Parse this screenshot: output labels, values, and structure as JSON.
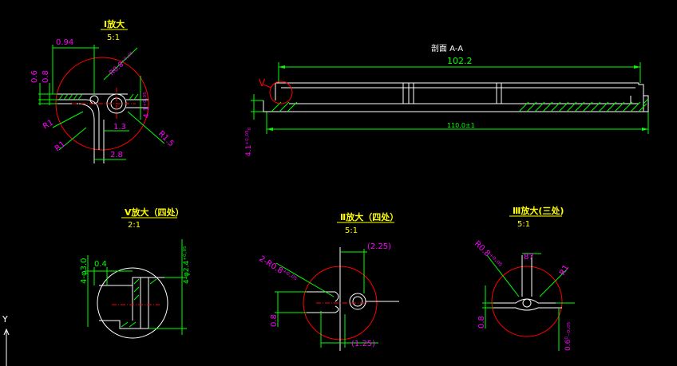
{
  "colors": {
    "background": "#000000",
    "dimension": "#00ff00",
    "text": "#ff00ff",
    "circle": "#ff0000",
    "geometry": "#ffffff",
    "title": "#ffff00",
    "hatch": "#00ff00",
    "hidden": "#c0c0c0"
  },
  "detail_I": {
    "title": "Ⅰ放大",
    "scale": "5:1",
    "dims": {
      "d094": "0.94",
      "d06": "0.6",
      "d08": "0.8",
      "r08": "R0.8⁺⁰·⁰⁵",
      "d41": "4.1⁺⁰·⁰⁵",
      "r1a": "R1",
      "r1b": "R1",
      "d13": "1.3",
      "r15": "R1.5",
      "d28": "2.8"
    }
  },
  "section_AA": {
    "title": "剖面 A-A",
    "marker": "V",
    "dims": {
      "len1022": "102.2",
      "len110": "110.0±1",
      "h41": "4.1⁺⁰·⁰⁵₀"
    }
  },
  "detail_V": {
    "title": "Ⅴ放大（四处）",
    "scale": "2:1",
    "dims": {
      "d4_30": "4-φ3.0",
      "d04": "0.4",
      "d4_24": "4-φ2.4⁺⁰·⁰⁵"
    }
  },
  "detail_II": {
    "title": "Ⅱ放大（四处）",
    "scale": "5:1",
    "dims": {
      "r08": "2-R0.8⁺⁰·⁰⁵",
      "d225": "(2.25)",
      "d08": "0.8",
      "d125": "(1.25)"
    }
  },
  "detail_III": {
    "title": "Ⅲ放大(三处)",
    "scale": "5:1",
    "dims": {
      "r08": "R0.8⁺⁰·⁰⁵",
      "d87": "87",
      "r1": "R1",
      "d08": "0.8",
      "d06": "0.6⁰₋₀.₀₅"
    }
  },
  "ucs": {
    "y_label": "Y"
  }
}
